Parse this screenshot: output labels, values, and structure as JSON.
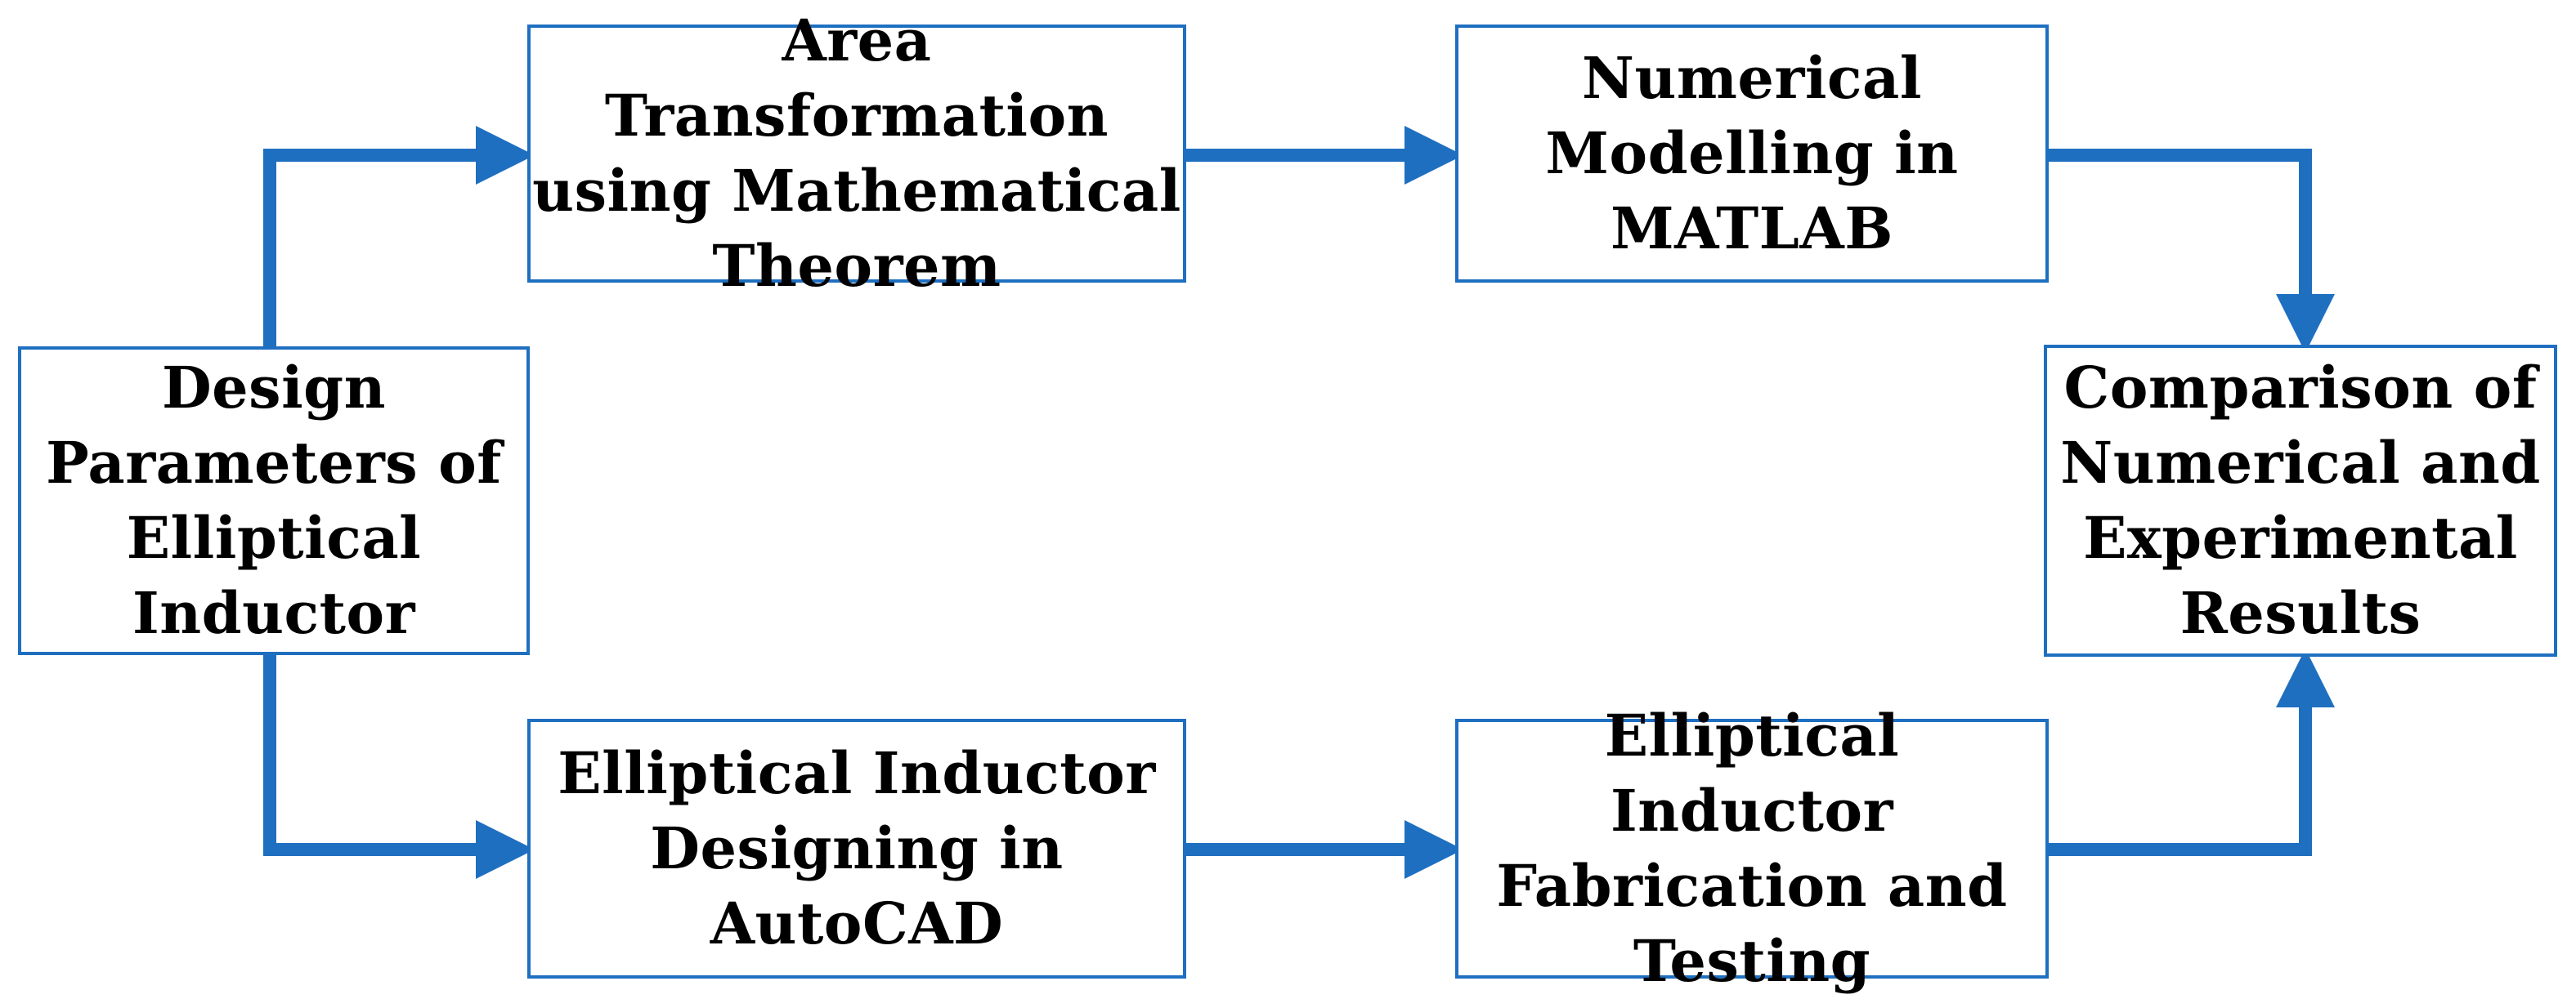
{
  "colors": {
    "accent": "#1f6fc0",
    "box_border": "#1f6fc0",
    "text": "#000000"
  },
  "nodes": {
    "design": "Design\nParameters of\nElliptical\nInductor",
    "area": "Area Transformation\nusing Mathematical\nTheorem",
    "numerical": "Numerical\nModelling in\nMATLAB",
    "compare": "Comparison of\nNumerical and\nExperimental\nResults",
    "autocad": "Elliptical Inductor\nDesigning in\nAutoCAD",
    "fabrication": "Elliptical Inductor\nFabrication and\nTesting"
  },
  "edges": [
    {
      "from": "design",
      "to": "area"
    },
    {
      "from": "area",
      "to": "numerical"
    },
    {
      "from": "numerical",
      "to": "compare"
    },
    {
      "from": "design",
      "to": "autocad"
    },
    {
      "from": "autocad",
      "to": "fabrication"
    },
    {
      "from": "fabrication",
      "to": "compare"
    }
  ]
}
